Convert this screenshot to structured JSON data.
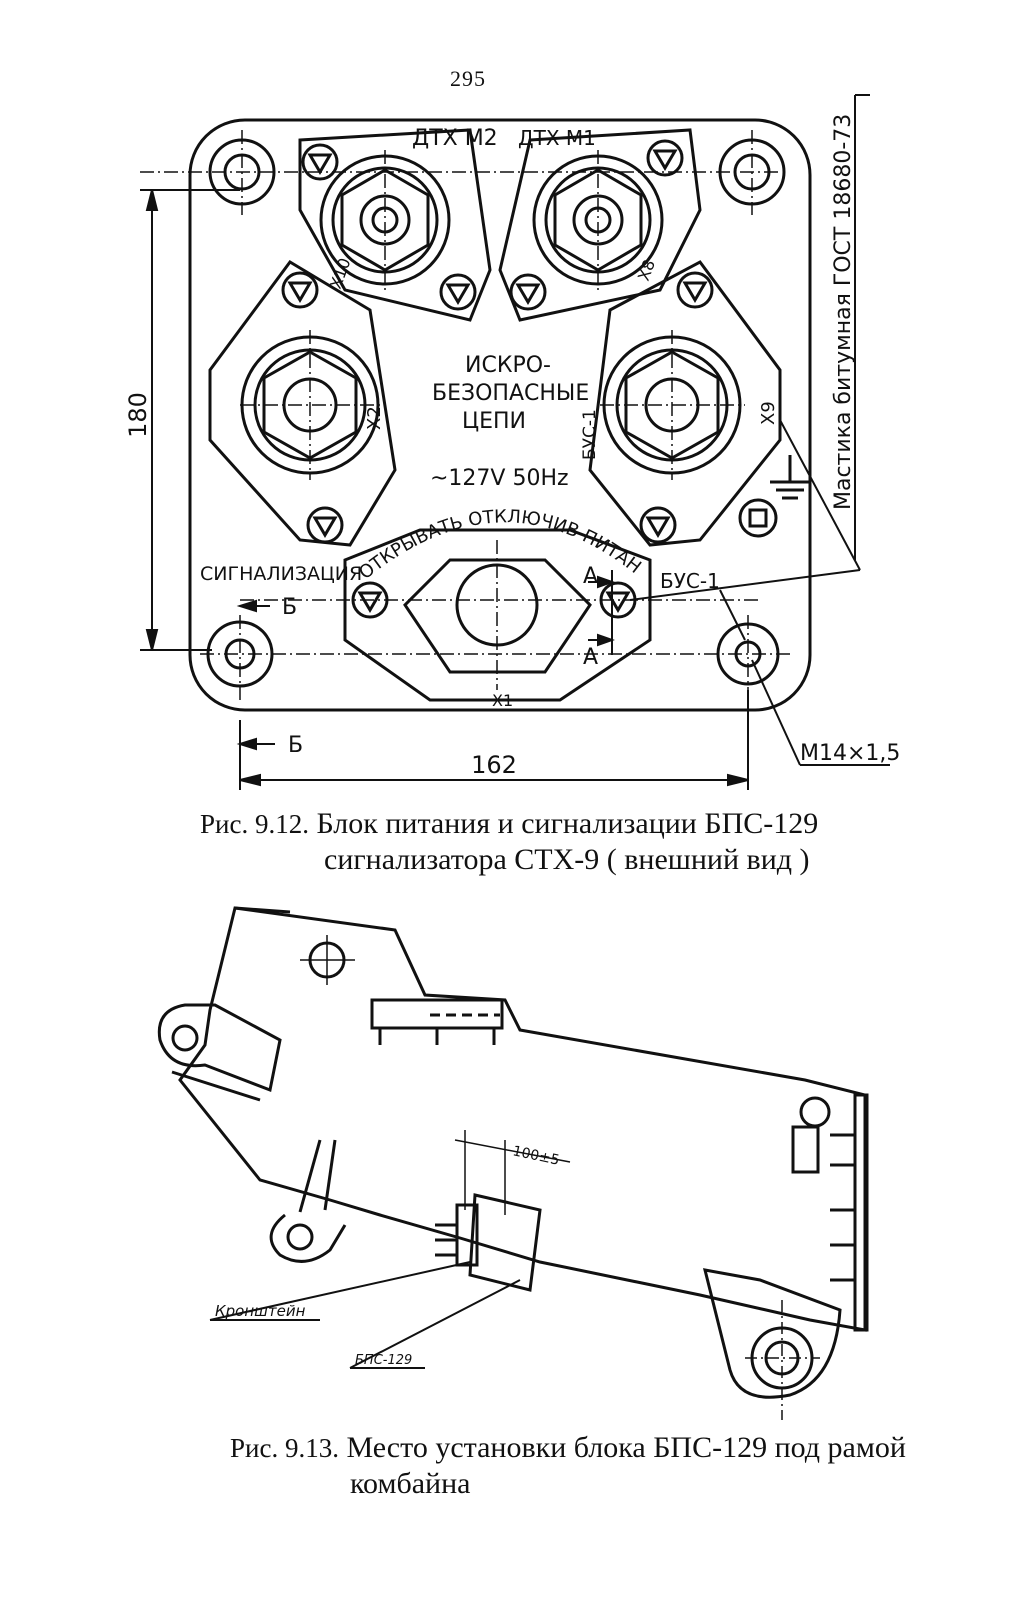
{
  "page_number": "295",
  "figure1": {
    "labels": {
      "dtx_m2": "ДТХ М2",
      "dtx_m1": "ДТХ М1",
      "x10": "X10",
      "x8": "X8",
      "x2": "X2",
      "x9": "X9",
      "bus1_side": "БУС-1",
      "iskro": "ИСКРО-",
      "bezopasnye": "БЕЗОПАСНЫЕ",
      "tsepi": "ЦЕПИ",
      "voltage": "~127V 50Hz",
      "arc_warning": "ОТКРЫВАТЬ ОТКЛЮЧИВ ПИТАНИЕ",
      "signalizatsiya": "СИГНАЛИЗАЦИЯ",
      "b_upper": "Б",
      "b_lower": "Б",
      "a_upper": "А",
      "a_lower": "А",
      "bus1": "БУС-1",
      "x1": "X1",
      "dim_height": "180",
      "dim_width": "162",
      "thread": "М14×1,5",
      "mastic": "Мастика битумная ГОСТ 18680-73"
    },
    "caption": {
      "number": "Рис. 9.12.",
      "line1": "Блок питания и сигнализации БПС-129",
      "line2": "сигнализатора СТХ-9 ( внешний вид )"
    }
  },
  "figure2": {
    "labels": {
      "dim": "100±5",
      "bracket": "Кронштейн",
      "block": "БПС-129"
    },
    "caption": {
      "number": "Рис. 9.13.",
      "line1": "Место установки блока БПС-129 под рамой",
      "line2": "комбайна"
    }
  }
}
